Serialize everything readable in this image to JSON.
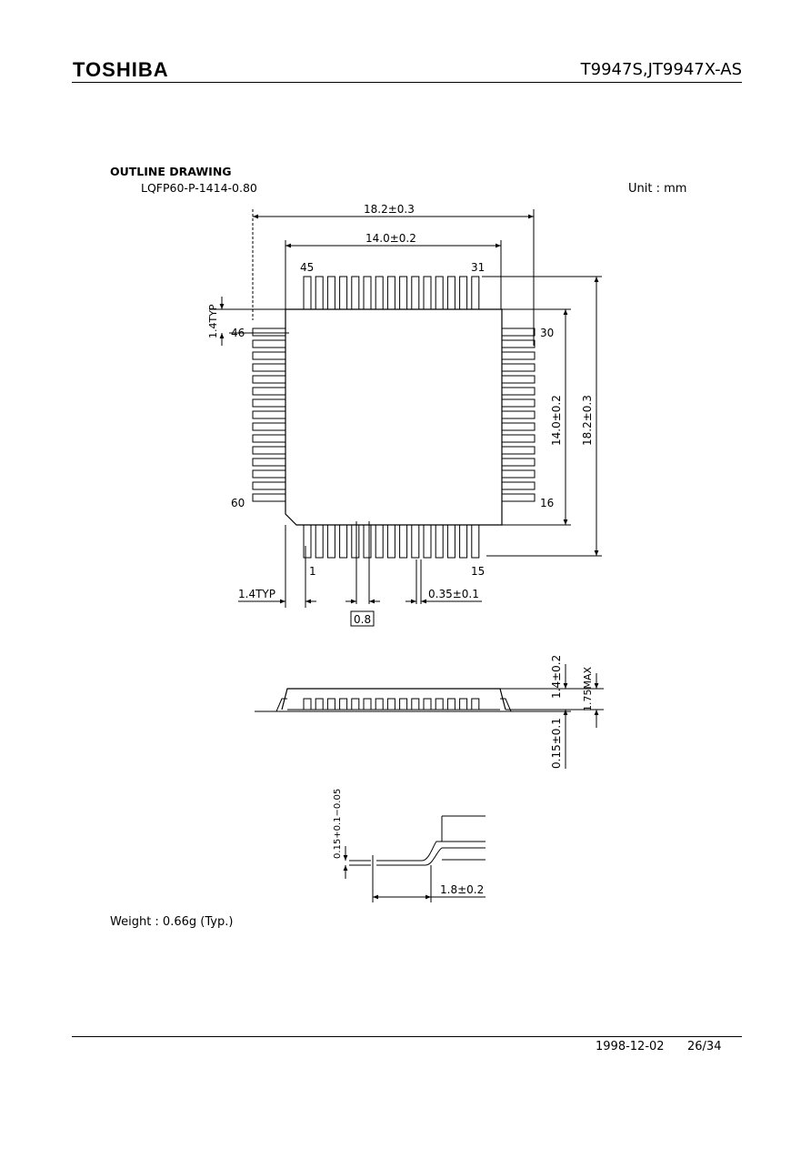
{
  "header": {
    "brand": "TOSHIBA",
    "part_number": "T9947S,JT9947X-AS"
  },
  "section": {
    "title": "OUTLINE DRAWING",
    "package": "LQFP60-P-1414-0.80",
    "unit": "Unit : mm"
  },
  "top_view": {
    "dim_overall_width": "18.2±0.3",
    "dim_body_width": "14.0±0.2",
    "dim_body_height": "14.0±0.2",
    "dim_overall_height": "18.2±0.3",
    "dim_lead_pitch_side": "1.4TYP",
    "dim_lead_pitch_bottom": "1.4TYP",
    "dim_pitch": "0.8",
    "dim_lead_width": "0.35±0.1",
    "pin_labels": {
      "p1": "1",
      "p15": "15",
      "p16": "16",
      "p30": "30",
      "p31": "31",
      "p45": "45",
      "p46": "46",
      "p60": "60"
    }
  },
  "side_view": {
    "dim_body_thickness": "1.4±0.2",
    "dim_max_height": "1.75MAX",
    "dim_standoff": "0.15±0.1"
  },
  "lead_detail": {
    "dim_lead_thickness": "0.15+0.1−0.05",
    "dim_lead_length": "1.8±0.2"
  },
  "weight": "Weight : 0.66g (Typ.)",
  "footer": {
    "date": "1998-12-02",
    "page": "26/34"
  }
}
